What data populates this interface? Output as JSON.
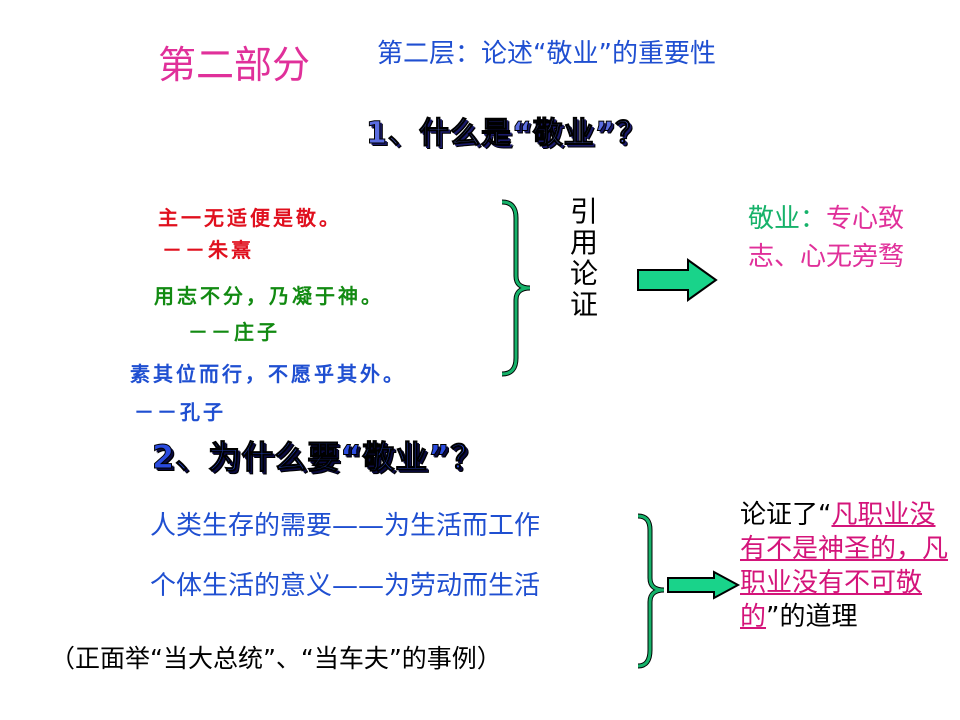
{
  "header": {
    "part": "第二部分",
    "layer": "第二层：论述“敬业”的重要性"
  },
  "q1": "1、什么是“敬业”？",
  "quotes": [
    {
      "text": "主一无适便是敬。",
      "author": "－－朱熹"
    },
    {
      "text": "用志不分，乃凝于神。",
      "author": "－－庄子"
    },
    {
      "text": "素其位而行，不愿乎其外。",
      "author": "－－孔子"
    }
  ],
  "citation": [
    "引",
    "用",
    "论",
    "证"
  ],
  "meaning": {
    "label": "敬业：",
    "content": "专心致志、心无旁骛"
  },
  "q2": "2、为什么要“敬业”？",
  "reasons": [
    {
      "left": "人类生存的需要",
      "dash": "——",
      "right": "为生活而工作"
    },
    {
      "left": "个体生活的意义",
      "dash": "——",
      "right": "为劳动而生活"
    }
  ],
  "example": "（正面举“当大总统”、“当车夫”的事例）",
  "conclusion": {
    "prefix": "论证了“",
    "highlight": "凡职业没有不是神圣的，凡职业没有不可敬的",
    "suffix": "”的道理"
  },
  "colors": {
    "pink": "#e0309a",
    "blue": "#1f4fd1",
    "red": "#e0101e",
    "green": "#128a12",
    "arrow": "#19d38a",
    "brace": "#16b26a"
  }
}
